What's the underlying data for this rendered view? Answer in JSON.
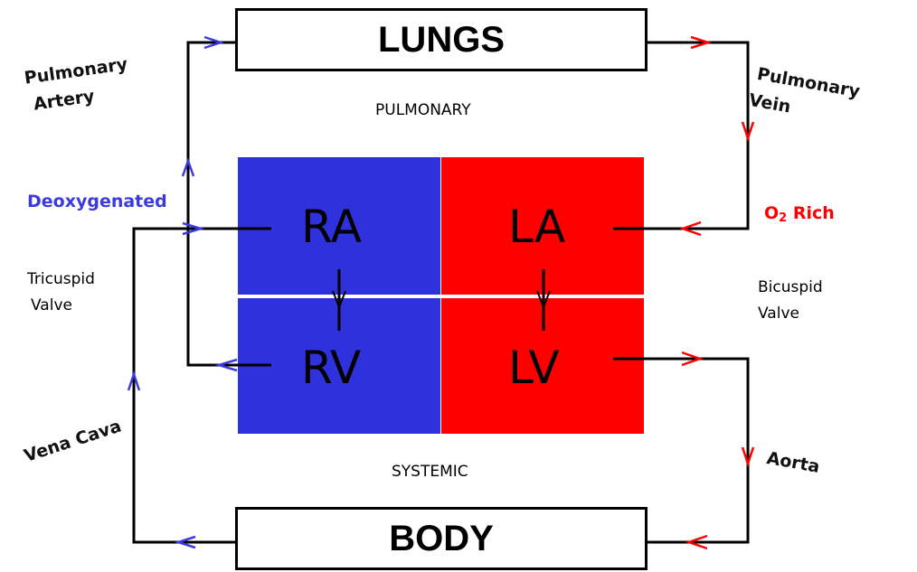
{
  "organs": {
    "lungs": "LUNGS",
    "body": "BODY"
  },
  "circuits": {
    "pulmonary": "PULMONARY",
    "systemic": "SYSTEMIC"
  },
  "chambers": {
    "ra": "RA",
    "la": "LA",
    "rv": "RV",
    "lv": "LV"
  },
  "vessels": {
    "pulmonary_artery_line1": "Pulmonary",
    "pulmonary_artery_line2": "Artery",
    "pulmonary_vein_line1": "Pulmonary",
    "pulmonary_vein_line2": "Vein",
    "vena_cava": "Vena Cava",
    "aorta": "Aorta"
  },
  "valves": {
    "tricuspid_line1": "Tricuspid",
    "tricuspid_line2": "Valve",
    "bicuspid_line1": "Bicuspid",
    "bicuspid_line2": "Valve"
  },
  "blood_states": {
    "deoxygenated": "Deoxygenated",
    "oxygen_symbol": "O",
    "oxygen_subscript": "2",
    "oxygen_rich_suffix": " Rich"
  },
  "colors": {
    "deoxygenated_blue": "#2e31dc",
    "oxygenated_red": "#ff0000",
    "flow_line": "#000000",
    "arrow_blue": "#3a3adf",
    "arrow_red": "#ff0000"
  }
}
